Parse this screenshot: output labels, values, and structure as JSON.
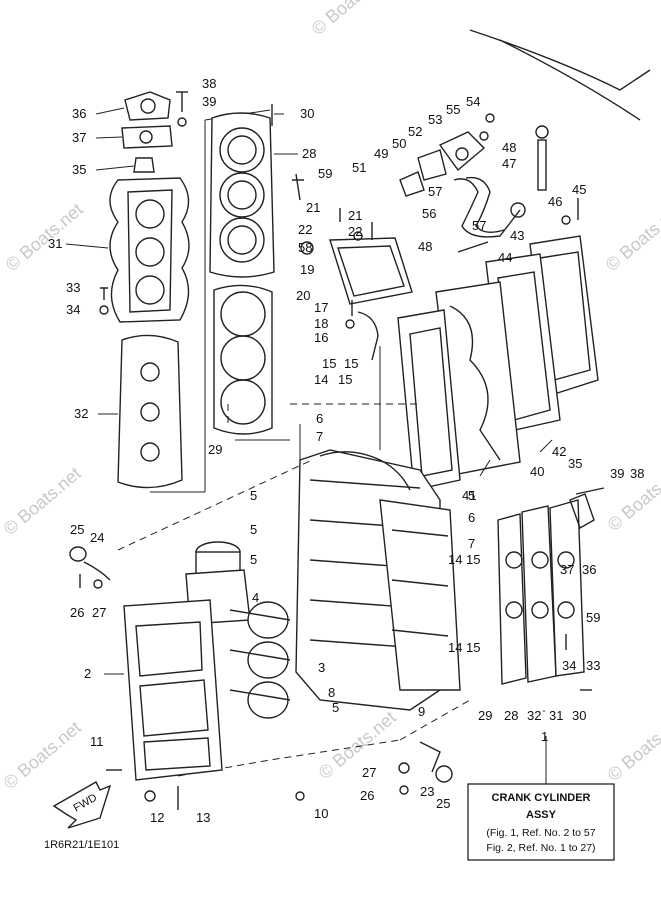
{
  "watermark": "© Boats.net",
  "drawing_code": "1R6R21/1E101",
  "fwd_label": "FWD",
  "assy_box": {
    "title_line1": "CRANK CYLINDER",
    "title_line2": "ASSY",
    "note_line1": "(Fig. 1, Ref. No. 2 to 57",
    "note_line2": "Fig. 2, Ref. No. 1 to 27)"
  },
  "part_numbers": [
    "1",
    "2",
    "3",
    "4",
    "5",
    "6",
    "7",
    "8",
    "9",
    "10",
    "11",
    "12",
    "13",
    "14",
    "15",
    "16",
    "17",
    "18",
    "19",
    "20",
    "21",
    "22",
    "23",
    "24",
    "25",
    "26",
    "27",
    "28",
    "29",
    "30",
    "31",
    "32",
    "33",
    "34",
    "35",
    "36",
    "37",
    "38",
    "39",
    "40",
    "41",
    "42",
    "43",
    "44",
    "45",
    "46",
    "47",
    "48",
    "49",
    "50",
    "51",
    "52",
    "53",
    "54",
    "55",
    "56",
    "57",
    "58",
    "59"
  ]
}
